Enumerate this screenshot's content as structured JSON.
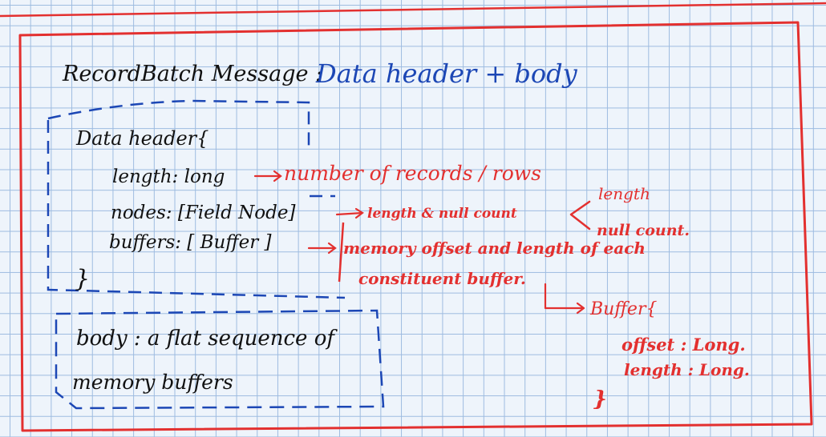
{
  "title": "RecordBatch Message :",
  "subtitle": "Data header + body",
  "data_header": {
    "open": "Data header{",
    "fields": {
      "length": "length: long",
      "nodes": "nodes: [Field Node]",
      "buffers": "buffers: [ Buffer ]"
    },
    "close": "}"
  },
  "body": {
    "line1": "body : a flat sequence of",
    "line2": "memory buffers"
  },
  "annotations": {
    "length": "number of records / rows",
    "nodes": "length & null count",
    "buffers_line1": "memory offset and length of each",
    "buffers_line2": "constituent buffer."
  },
  "field_node": {
    "length": "length",
    "null_count": "null count."
  },
  "buffer_struct": {
    "open": "Buffer{",
    "offset": "offset : Long.",
    "length": "length : Long.",
    "close": "}"
  },
  "colors": {
    "grid": "#9dbbe0",
    "paper": "#eef4fb",
    "ink_black": "#111111",
    "ink_blue": "#1c47b5",
    "ink_red": "#e3302f"
  }
}
